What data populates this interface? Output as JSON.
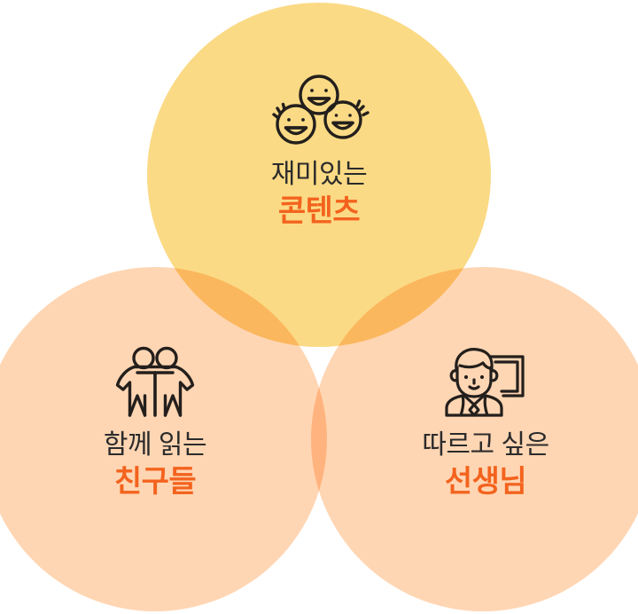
{
  "diagram": {
    "type": "venn",
    "title": "",
    "background": "#ffffff",
    "accent_color": "#F3631E",
    "text_color": "#2b2b2b",
    "sets": [
      {
        "id": "contents",
        "position": "top",
        "icon": "three-smiley-faces-icon",
        "fill": "#FBDA85",
        "label_primary": "재미있는",
        "label_accent": "콘텐츠"
      },
      {
        "id": "friends",
        "position": "bottom-left",
        "icon": "two-people-icon",
        "fill": "#FFD6B3",
        "label_primary": "함께 읽는",
        "label_accent": "친구들"
      },
      {
        "id": "teacher",
        "position": "bottom-right",
        "icon": "teacher-with-board-icon",
        "fill": "#FFD6B3",
        "label_primary": "따르고 싶은",
        "label_accent": "선생님"
      }
    ],
    "overlap_colors": {
      "top_left": "#FFB866",
      "top_right": "#FFB866",
      "left_right": "#FBAD80",
      "center": "#FFA666"
    }
  }
}
